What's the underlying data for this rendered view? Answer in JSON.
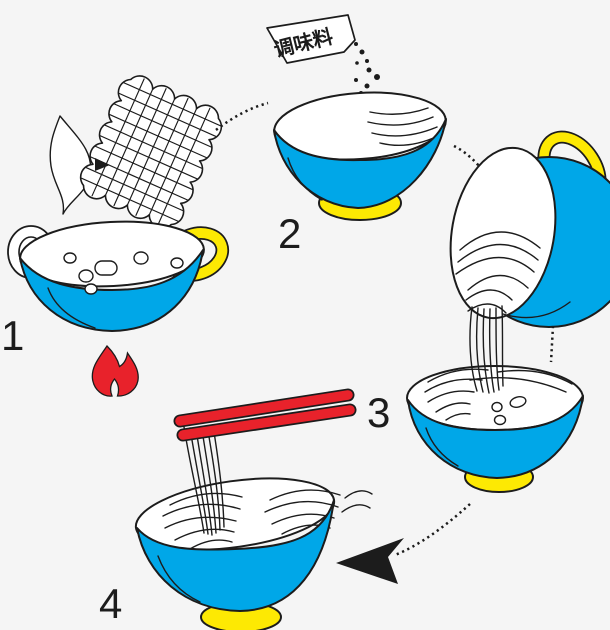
{
  "background": "#f5f5f5",
  "colors": {
    "blue": "#00a7e8",
    "yellow": "#fde903",
    "red": "#e8222b",
    "outline": "#1c1c1c",
    "white": "#ffffff"
  },
  "seasoning_packet": {
    "label": "调味料"
  },
  "steps": [
    {
      "number": "1",
      "icon": "pot-boiling-on-flame-icon"
    },
    {
      "number": "2",
      "icon": "bowl-receiving-seasoning-icon"
    },
    {
      "number": "3",
      "icon": "pot-pouring-noodles-into-bowl-icon"
    },
    {
      "number": "4",
      "icon": "noodle-bowl-with-chopsticks-icon"
    }
  ]
}
